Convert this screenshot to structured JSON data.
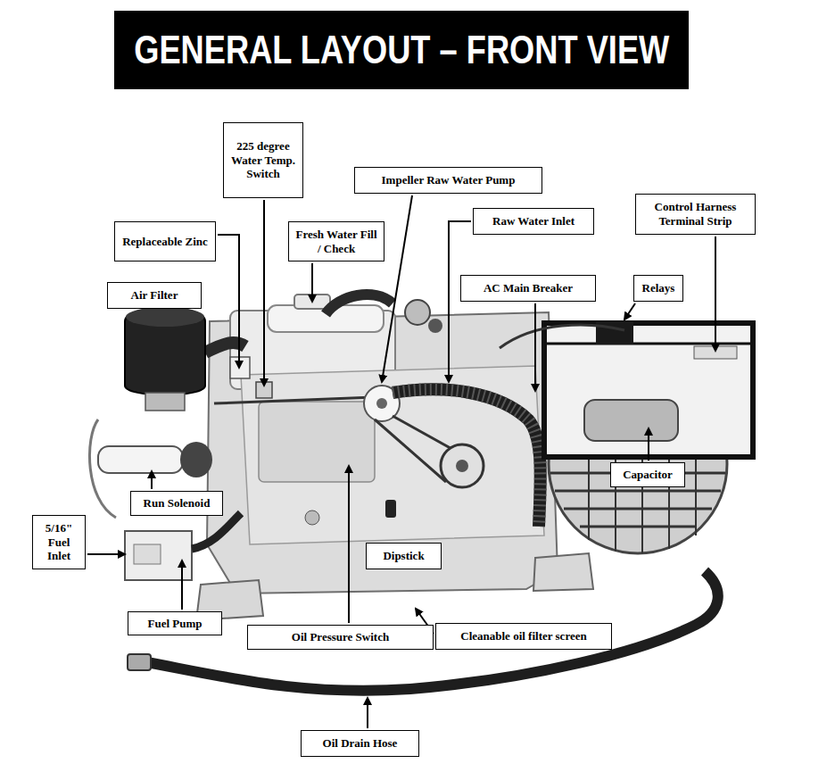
{
  "diagram": {
    "title": "GENERAL LAYOUT – FRONT VIEW",
    "nodes": [
      {
        "text": [
          "225 degree Water Temp. Switch"
        ]
      },
      {
        "text": [
          "Impeller Raw Water Pump"
        ]
      },
      {
        "text": [
          "Replaceable Zinc"
        ]
      },
      {
        "text": [
          "Fresh Water Fill / Check"
        ]
      },
      {
        "text": [
          "Raw Water Inlet"
        ]
      },
      {
        "text": [
          "Control Harness Terminal Strip"
        ]
      },
      {
        "text": [
          "Air Filter"
        ]
      },
      {
        "text": [
          "AC Main Breaker"
        ]
      },
      {
        "text": [
          "Relays"
        ]
      },
      {
        "text": [
          "Capacitor"
        ]
      },
      {
        "text": [
          "Run Solenoid"
        ]
      },
      {
        "text": [
          "5/16\" Fuel Inlet"
        ]
      },
      {
        "text": [
          "Dipstick"
        ]
      },
      {
        "text": [
          "Fuel Pump"
        ]
      },
      {
        "text": [
          "Oil Pressure Switch"
        ]
      },
      {
        "text": [
          "Cleanable oil filter screen"
        ]
      },
      {
        "text": [
          "Oil Drain Hose"
        ]
      }
    ]
  }
}
